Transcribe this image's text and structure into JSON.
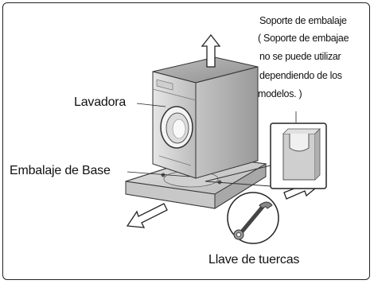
{
  "labels": {
    "washer": "Lavadora",
    "base_packing": "Embalaje de Base",
    "wrench": "Llave de tuercas",
    "bracket_lines": [
      "Soporte de embalaje",
      "( Soporte de embajae",
      "no se puede utilizar",
      "dependiendo de los",
      "modelos. )"
    ]
  },
  "icons": [
    "up-arrow-icon",
    "down-left-arrow-icon",
    "down-right-arrow-icon",
    "wrench-icon"
  ]
}
